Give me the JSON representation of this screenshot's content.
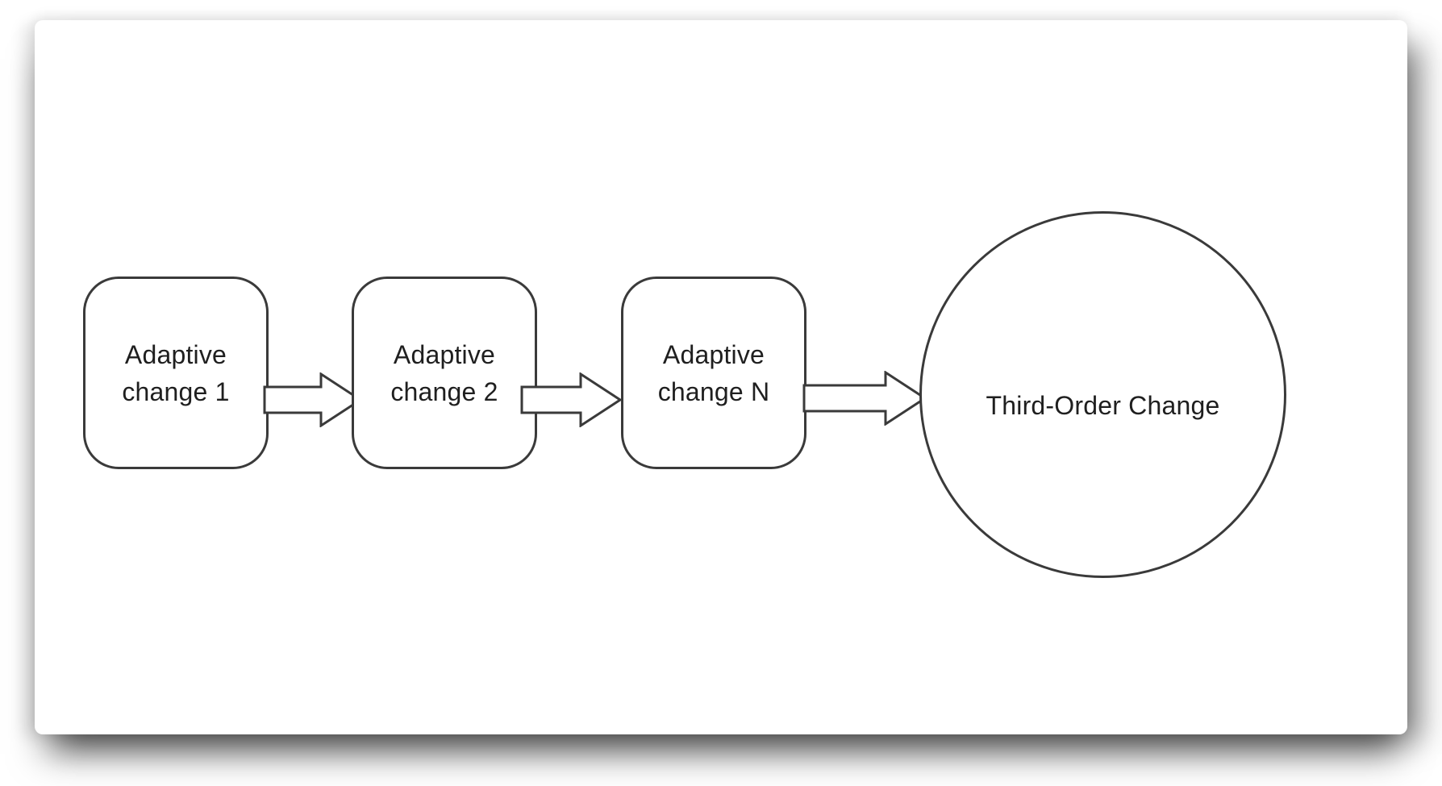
{
  "diagram": {
    "boxes": [
      {
        "line1": "Adaptive",
        "line2": "change 1"
      },
      {
        "line1": "Adaptive",
        "line2": "change 2"
      },
      {
        "line1": "Adaptive",
        "line2": "change N"
      }
    ],
    "circle_label": "Third-Order Change",
    "colors": {
      "stroke": "#3a3a3a",
      "text": "#1f1f1f",
      "shape_fill": "#ffffff",
      "page_background": "#ffffff"
    }
  }
}
